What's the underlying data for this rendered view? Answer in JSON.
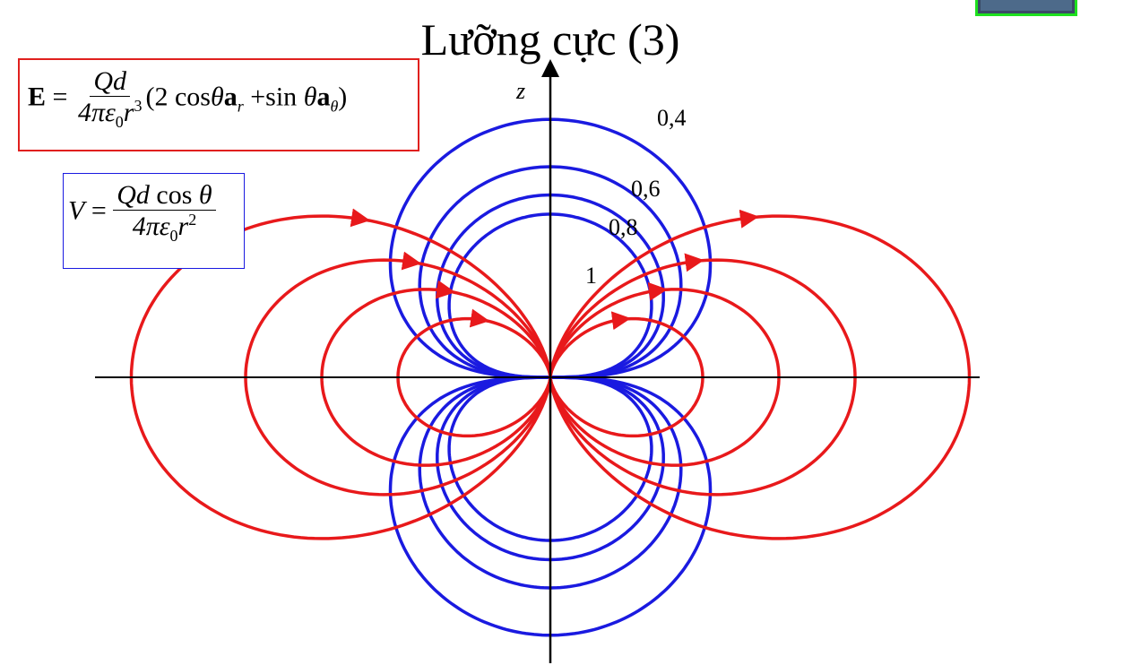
{
  "title": "Lưỡng cực (3)",
  "axis_label": "z",
  "equation_e": {
    "lhs": "E",
    "eq": "=",
    "num": "Qd",
    "den_a": "4πε",
    "den_sub": "0",
    "den_b": "r",
    "den_sup": "3",
    "paren_open": "(2",
    "cos": "cos",
    "theta1": "θ",
    "a_r": "a",
    "a_r_sub": "r",
    "plus": "+",
    "sin": "sin",
    "theta2": "θ",
    "a_t": "a",
    "a_t_sub": "θ",
    "paren_close": ")"
  },
  "equation_v": {
    "lhs": "V",
    "eq": "=",
    "num_a": "Qd",
    "num_b": "cos",
    "num_c": "θ",
    "den_a": "4πε",
    "den_sub": "0",
    "den_b": "r",
    "den_sup": "2"
  },
  "potential_labels": [
    "0,4",
    "0,6",
    "0,8",
    "1"
  ],
  "colors": {
    "potential": "#1a1ae0",
    "field": "#e8191b",
    "axis": "#000000",
    "corner_frame": "#1ee01e"
  },
  "diagram": {
    "potential_levels": [
      0.4,
      0.6,
      0.8,
      1.0
    ],
    "field_line_constants": [
      1.0,
      1.5,
      2.0,
      2.75
    ]
  }
}
